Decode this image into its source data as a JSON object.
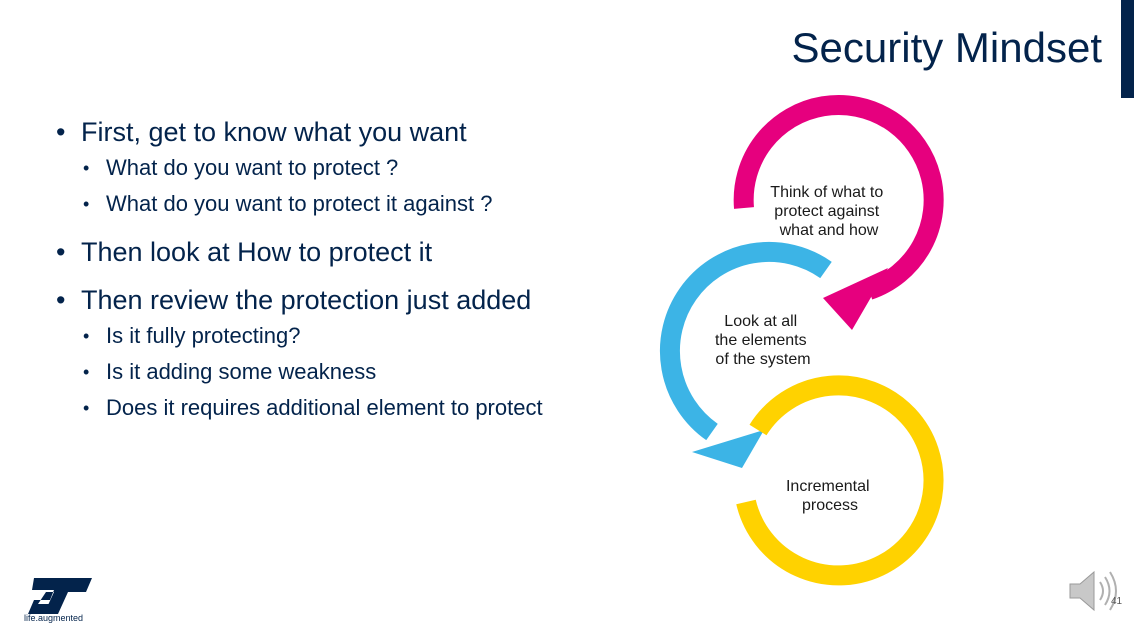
{
  "slide": {
    "title": "Security Mindset",
    "bullets": [
      {
        "text": "First, get to know what you want",
        "sub": [
          "What do you want to protect ?",
          "What do you want to protect it against ?"
        ]
      },
      {
        "text": "Then look at How to protect it",
        "sub": []
      },
      {
        "text": "Then review the protection just added",
        "sub": [
          "Is it fully protecting?",
          "Is it adding some weakness",
          "Does it requires additional element to protect"
        ]
      }
    ],
    "cycle": [
      {
        "lines": [
          "Think of what to",
          "protect against",
          "what and how"
        ],
        "color": "#e6007e"
      },
      {
        "lines": [
          "Look at all",
          "the elements",
          "of the system"
        ],
        "color": "#3cb4e6"
      },
      {
        "lines": [
          "Incremental",
          "process"
        ],
        "color": "#ffd200"
      }
    ],
    "footer": {
      "tagline": "life.augmented",
      "page_number": "41",
      "brand_color": "#03234b",
      "icons": [
        "st-logo-icon",
        "speaker-icon"
      ]
    }
  }
}
